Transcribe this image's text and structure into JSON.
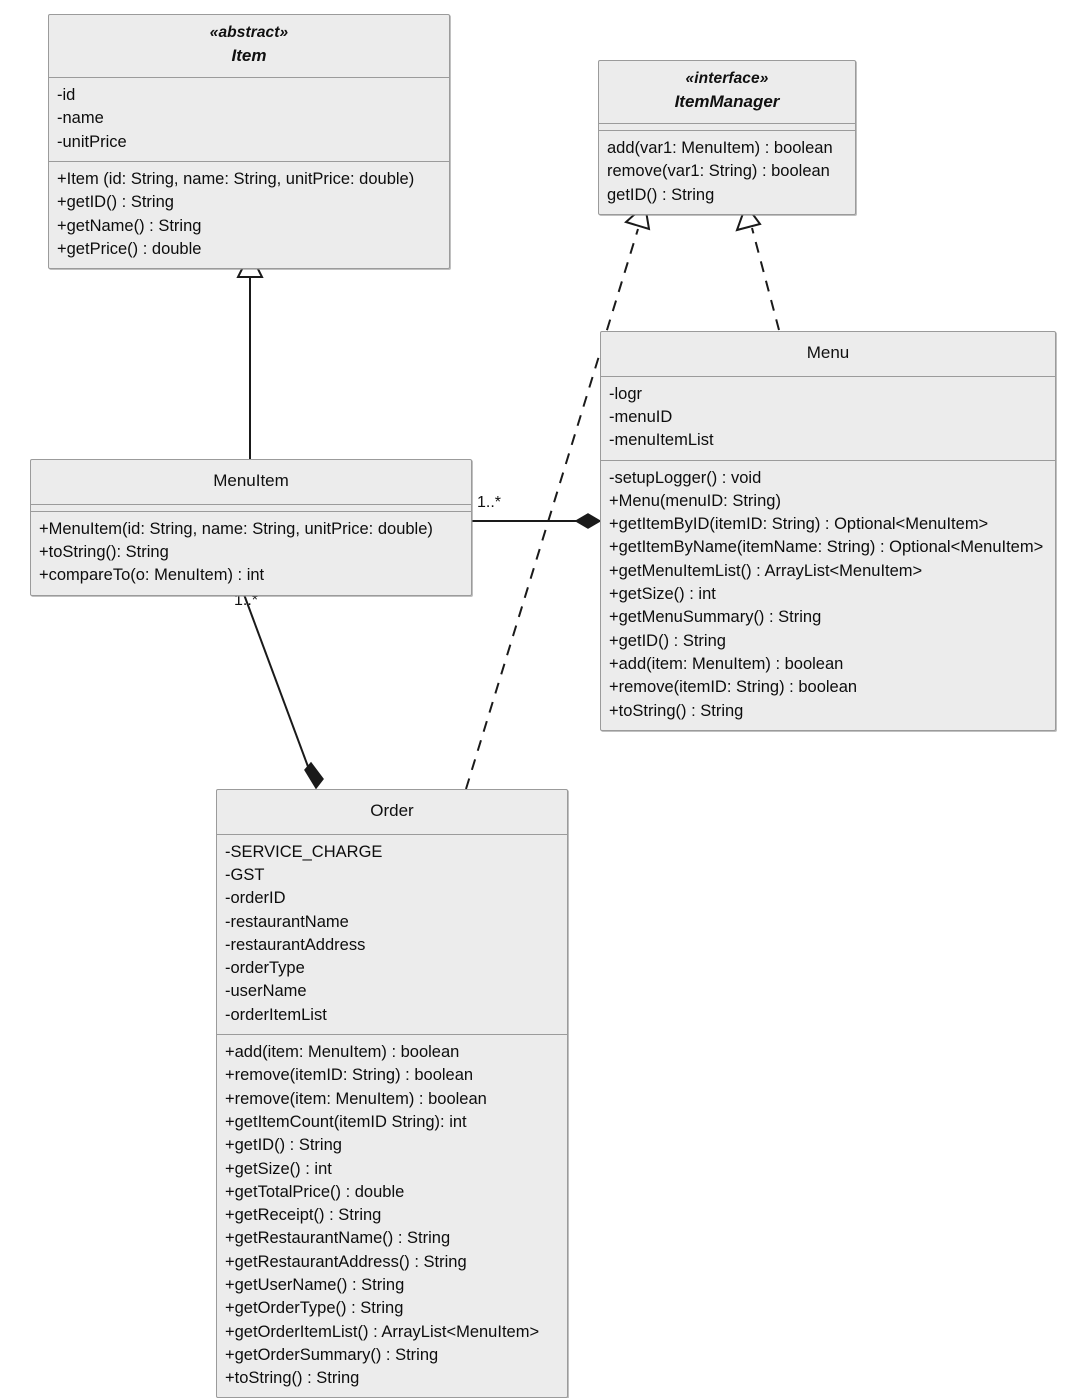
{
  "diagram": {
    "kind": "uml-class-diagram",
    "background": "#ffffff",
    "box_fill": "#ececec",
    "box_stroke": "#9b9b9b",
    "line_color": "#1a1a1a"
  },
  "classes": {
    "item": {
      "stereotype": "«abstract»",
      "name": "Item",
      "attributes": [
        "-id",
        "-name",
        "-unitPrice"
      ],
      "methods": [
        "+Item (id: String, name: String, unitPrice: double)",
        "+getID() : String",
        "+getName() : String",
        "+getPrice() : double"
      ]
    },
    "item_manager": {
      "stereotype": "«interface»",
      "name": "ItemManager",
      "attributes": [],
      "methods": [
        "add(var1: MenuItem) : boolean",
        "remove(var1: String) : boolean",
        "getID() : String"
      ]
    },
    "menu": {
      "stereotype": "",
      "name": "Menu",
      "attributes": [
        "-logr",
        "-menuID",
        "-menuItemList"
      ],
      "methods": [
        "-setupLogger() : void",
        "+Menu(menuID: String)",
        "+getItemByID(itemID: String) : Optional<MenuItem>",
        "+getItemByName(itemName: String) : Optional<MenuItem>",
        "+getMenuItemList() : ArrayList<MenuItem>",
        "+getSize() : int",
        "+getMenuSummary() : String",
        "+getID() : String",
        "+add(item: MenuItem) : boolean",
        "+remove(itemID: String) : boolean",
        "+toString() : String"
      ]
    },
    "menu_item": {
      "stereotype": "",
      "name": "MenuItem",
      "attributes": [],
      "methods": [
        "+MenuItem(id: String, name: String, unitPrice: double)",
        "+toString(): String",
        "+compareTo(o: MenuItem) : int"
      ]
    },
    "order": {
      "stereotype": "",
      "name": "Order",
      "attributes": [
        "-SERVICE_CHARGE",
        "-GST",
        "-orderID",
        "-restaurantName",
        "-restaurantAddress",
        "-orderType",
        "-userName",
        "-orderItemList"
      ],
      "methods": [
        "+add(item: MenuItem) : boolean",
        "+remove(itemID: String) : boolean",
        "+remove(item: MenuItem) : boolean",
        "+getItemCount(itemID String): int",
        "+getID() : String",
        "+getSize() : int",
        "+getTotalPrice() : double",
        "+getReceipt() : String",
        "+getRestaurantName() : String",
        "+getRestaurantAddress() : String",
        "+getUserName() : String",
        "+getOrderType() : String",
        "+getOrderItemList() : ArrayList<MenuItem>",
        "+getOrderSummary() : String",
        "+toString() : String"
      ]
    }
  },
  "relationships": [
    {
      "id": "menuitem-generalization-item",
      "type": "generalization",
      "from": "MenuItem",
      "to": "Item",
      "label": ""
    },
    {
      "id": "menu-realization-itemmanager",
      "type": "realization",
      "from": "Menu",
      "to": "ItemManager",
      "label": ""
    },
    {
      "id": "order-realization-itemmanager",
      "type": "realization",
      "from": "Order",
      "to": "ItemManager",
      "label": ""
    },
    {
      "id": "menu-composition-menuitem",
      "type": "composition",
      "from": "Menu",
      "to": "MenuItem",
      "label": "1..*"
    },
    {
      "id": "order-composition-menuitem",
      "type": "composition",
      "from": "Order",
      "to": "MenuItem",
      "label": "1..*"
    }
  ],
  "multiplicity_labels": {
    "menu_side": "1..*",
    "order_side": "1..*"
  }
}
